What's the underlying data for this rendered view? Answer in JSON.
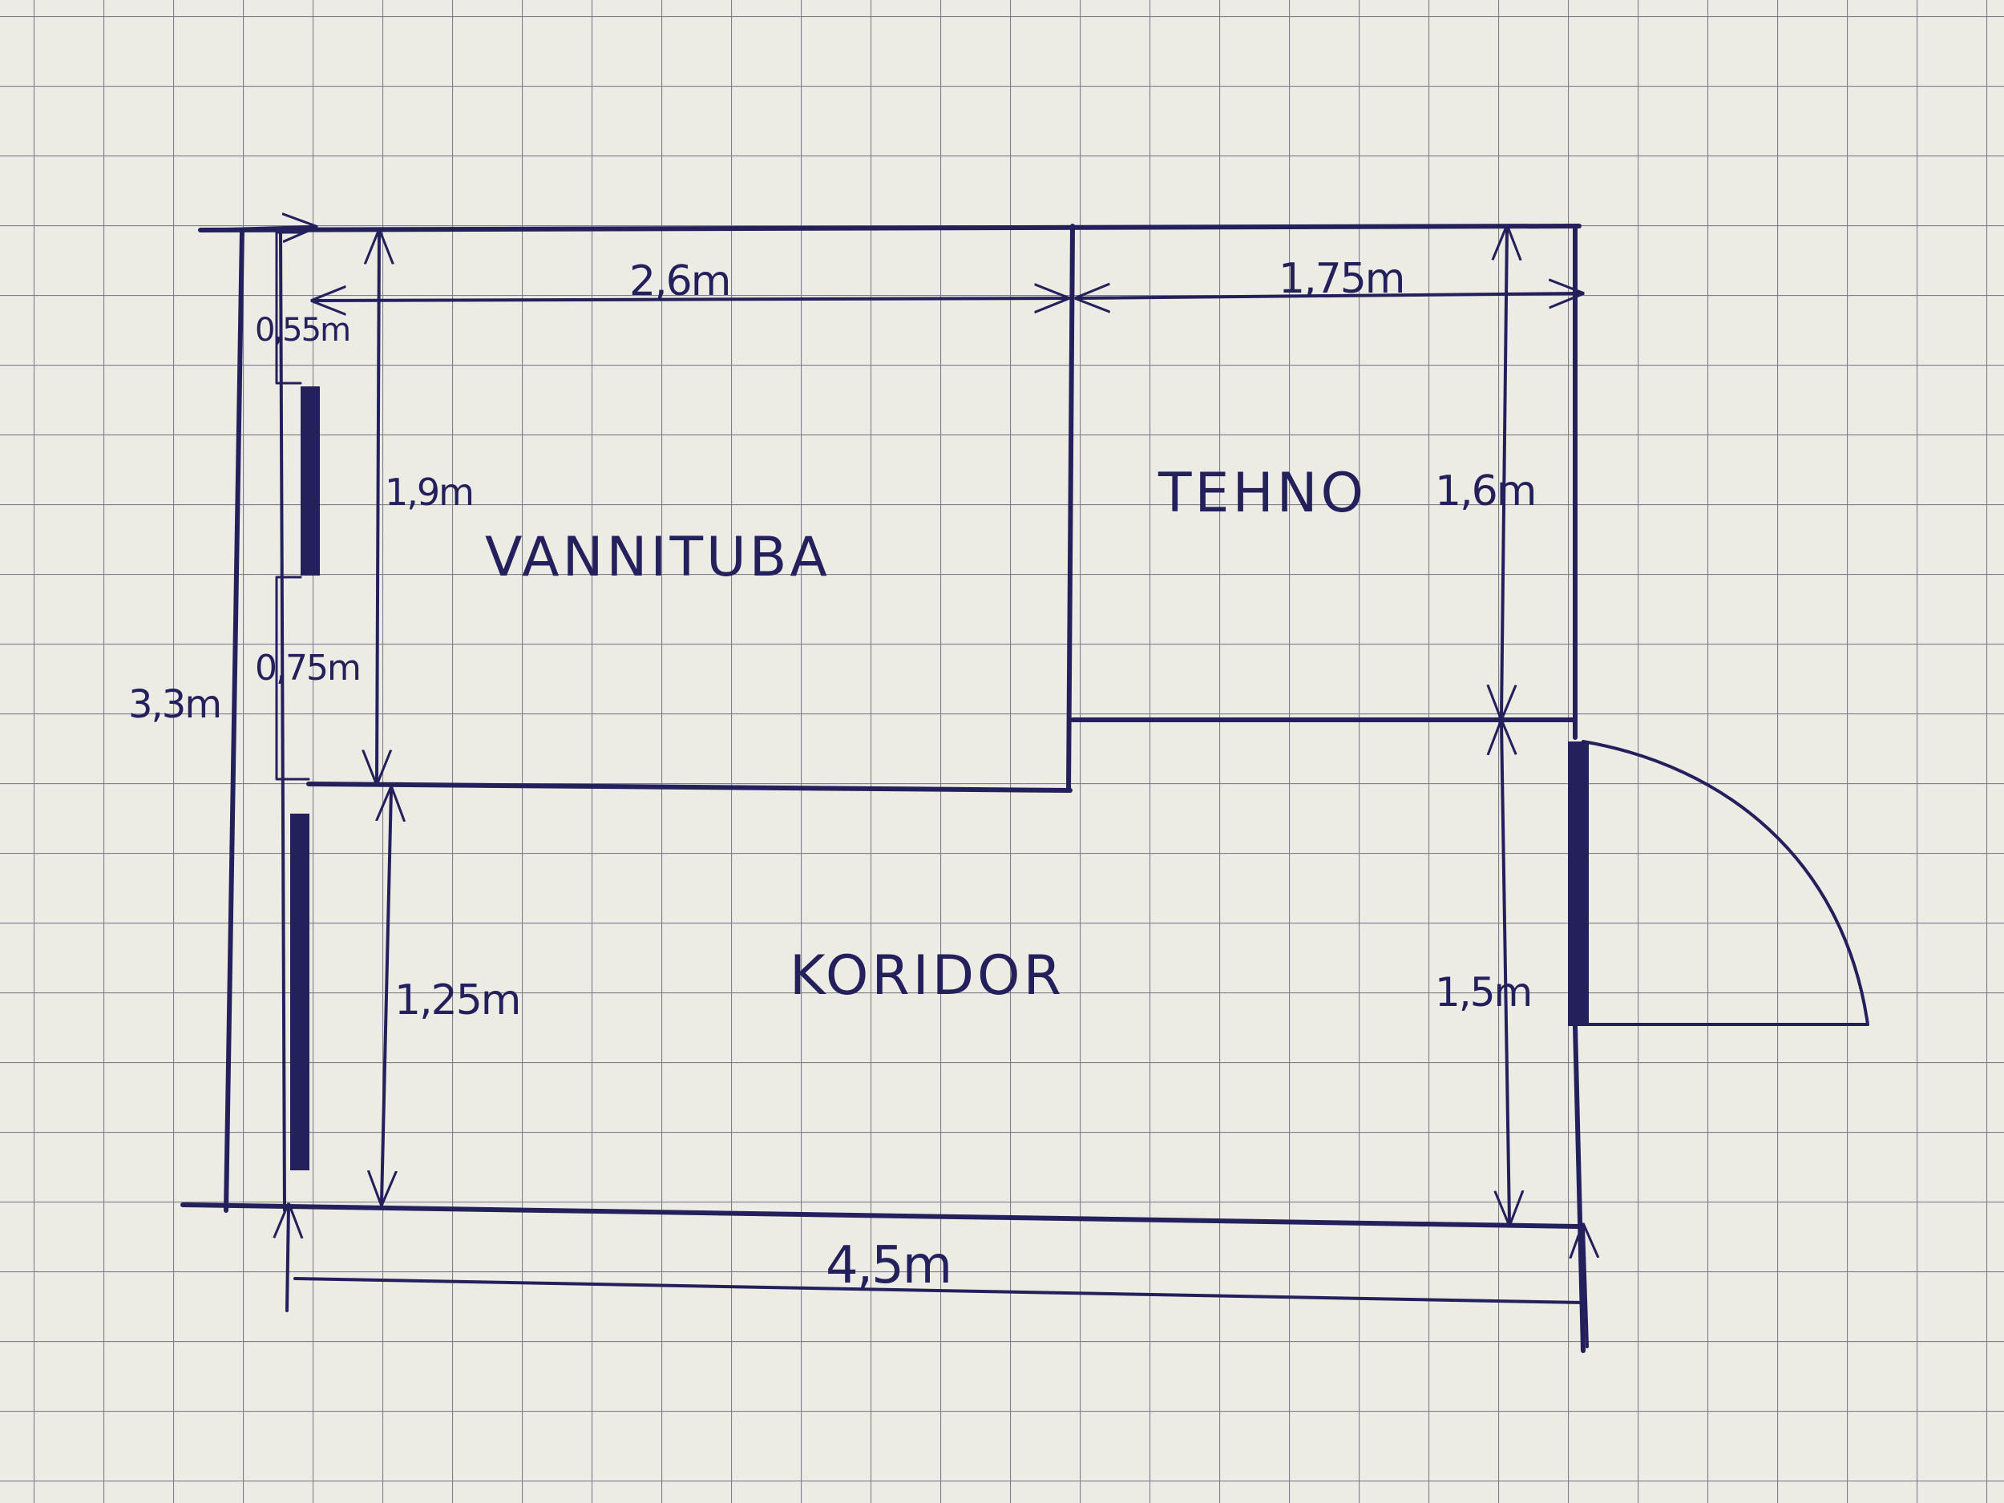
{
  "colors": {
    "paper": "#ecebe4",
    "grid": "#7e7f8a",
    "ink": "#23205c"
  },
  "rooms": {
    "bathroom": "VANNITUBA",
    "technical": "TEHNO",
    "corridor": "KORIDOR"
  },
  "dimensions": {
    "bathroom_width": "2,6m",
    "tehno_width": "1,75m",
    "window_top_offset": "0,55m",
    "bathroom_height": "1,9m",
    "tehno_height": "1,6m",
    "gap_between_windows": "0,75m",
    "total_height": "3,3m",
    "corridor_height": "1,25m",
    "door_wall_height": "1,5m",
    "total_width": "4,5m"
  }
}
